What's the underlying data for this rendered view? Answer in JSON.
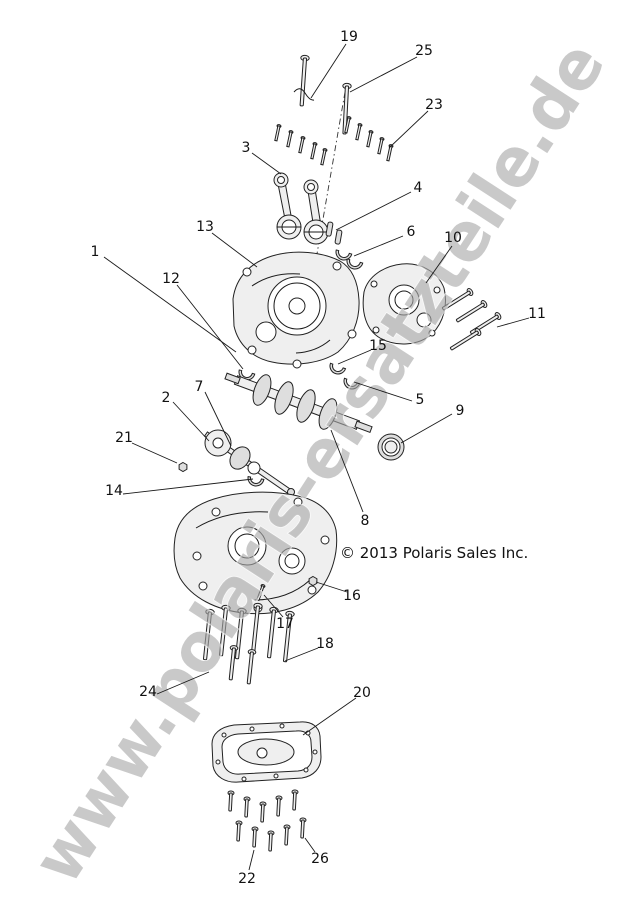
{
  "diagram": {
    "watermark": "www.polaris-ersatzteile.de",
    "copyright": "© 2013 Polaris Sales Inc.",
    "callouts": [
      {
        "label": "1"
      },
      {
        "label": "2"
      },
      {
        "label": "3"
      },
      {
        "label": "4"
      },
      {
        "label": "5"
      },
      {
        "label": "6"
      },
      {
        "label": "7"
      },
      {
        "label": "8"
      },
      {
        "label": "9"
      },
      {
        "label": "10"
      },
      {
        "label": "11"
      },
      {
        "label": "12"
      },
      {
        "label": "13"
      },
      {
        "label": "14"
      },
      {
        "label": "15"
      },
      {
        "label": "16"
      },
      {
        "label": "17"
      },
      {
        "label": "18"
      },
      {
        "label": "19"
      },
      {
        "label": "20"
      },
      {
        "label": "21"
      },
      {
        "label": "22"
      },
      {
        "label": "23"
      },
      {
        "label": "24"
      },
      {
        "label": "25"
      },
      {
        "label": "26"
      }
    ]
  },
  "colors": {
    "line": "#1a1a1a",
    "part_fill": "#efefef",
    "watermark": "#a8a8a8",
    "background": "#ffffff"
  }
}
